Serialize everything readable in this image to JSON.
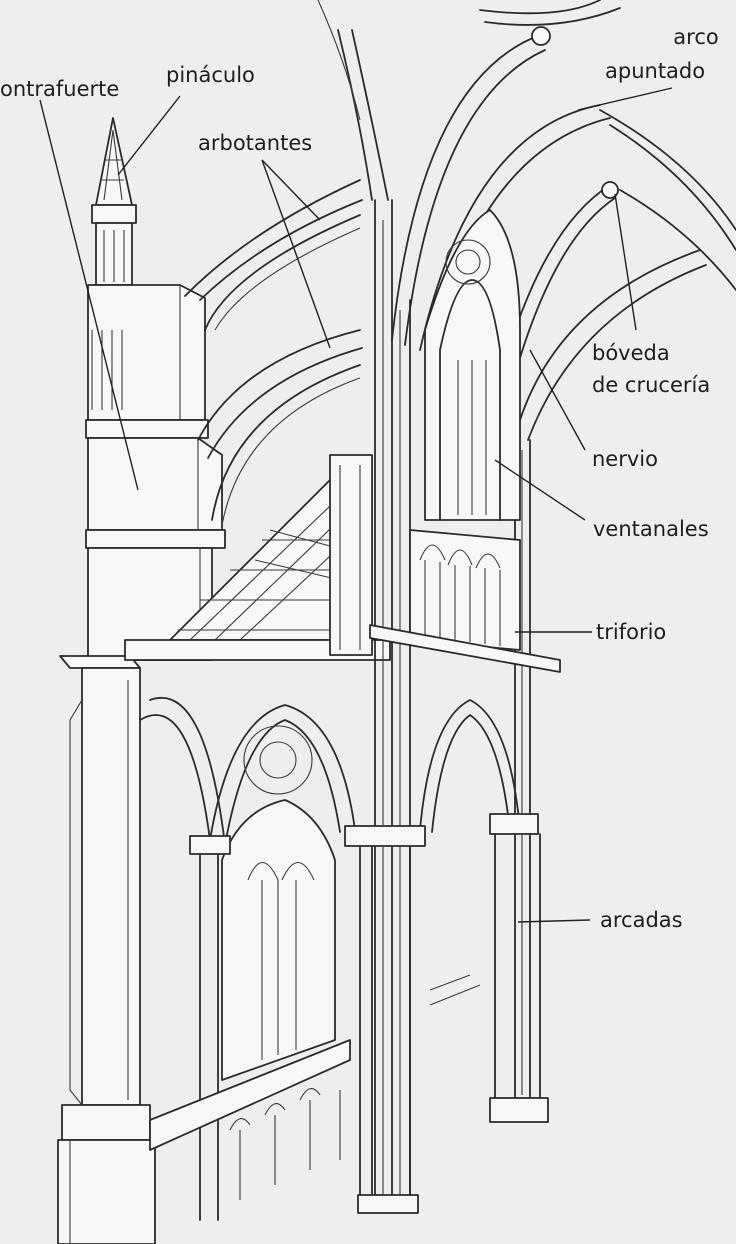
{
  "labels": {
    "contrafuerte": "ontrafuerte",
    "pinaculo": "pináculo",
    "arbotantes": "arbotantes",
    "arco_line1": "arco",
    "arco_line2": "apuntado",
    "boveda_line1": "bóveda",
    "boveda_line2": "de crucería",
    "nervio": "nervio",
    "ventanales": "ventanales",
    "triforio": "triforio",
    "arcadas": "arcadas"
  },
  "colors": {
    "background": "#eeeeec",
    "line": "#2b2b2b",
    "text": "#1e1e1e"
  }
}
